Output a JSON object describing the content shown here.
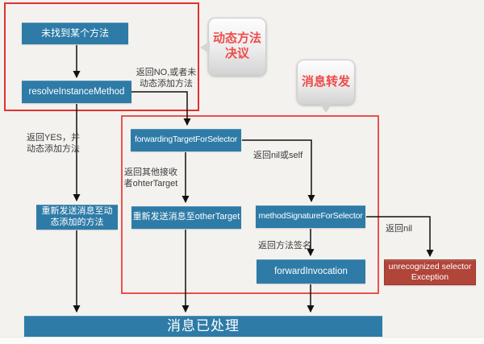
{
  "callouts": {
    "dynamic_resolution": "动态方法决议",
    "message_forwarding": "消息转发"
  },
  "nodes": {
    "method_not_found": "未找到某个方法",
    "resolve_instance_method": "resolveInstanceMethod",
    "resend_to_dynamic_method": "重新发送消息至动\n态添加的方法",
    "forwarding_target_for_selector": "forwardingTargetForSelector",
    "resend_to_other_target": "重新发送消息至otherTarget",
    "method_signature_for_selector": "methodSignatureForSelector",
    "forward_invocation": "forwardInvocation",
    "unrecognized_selector_exception": "unrecognized selector\nException",
    "message_handled": "消息已处理"
  },
  "edge_labels": {
    "return_no": "返回NO,或者未\n动态添加方法",
    "return_yes": "返回YES，并\n动态添加方法",
    "return_other_target": "返回其他接收\n者ohterTarget",
    "return_nil_or_self": "返回nil或self",
    "return_method_signature": "返回方法签名",
    "return_nil": "返回nil"
  },
  "colors": {
    "node_blue": "#2e7ba7",
    "exception_red": "#b1453a",
    "outer_region_border": "#e0322d",
    "inner_region_border": "#e8524b",
    "callout_text": "#ee4b49",
    "arrow_black": "#111111"
  }
}
